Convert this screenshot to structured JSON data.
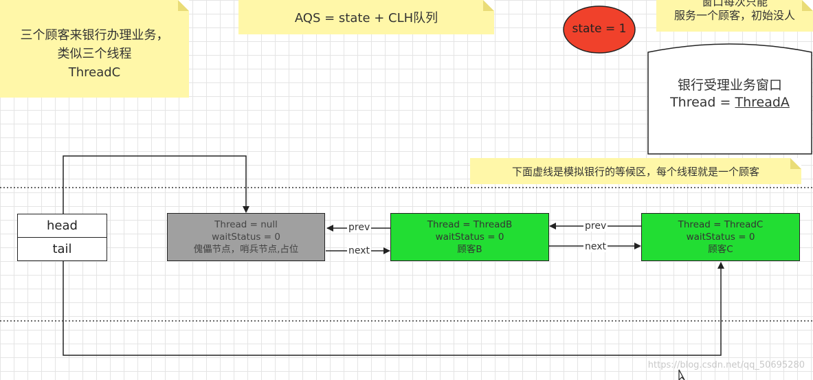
{
  "notes": {
    "customers_line1": "三个顾客来银行办理业务，",
    "customers_line2": "类似三个线程",
    "customers_line3": "ThreadC",
    "aqs": "AQS = state + CLH队列",
    "window_line1": "窗口每次只能",
    "window_line2": "服务一个顾客，初始没人",
    "waiting_area": "下面虚线是模拟银行的等候区，每个线程就是一个顾客"
  },
  "state": {
    "label": "state = 1",
    "color": "#f0412b"
  },
  "bank_window": {
    "title": "银行受理业务窗口",
    "thread_prefix": "Thread = ",
    "thread_value": "ThreadA"
  },
  "head_tail": {
    "head": "head",
    "tail": "tail"
  },
  "nodes": {
    "sentinel": {
      "thread": "Thread = null",
      "wait": "waitStatus = 0",
      "desc": "傀儡节点，哨兵节点,占位",
      "color": "#a0a0a0"
    },
    "b": {
      "thread": "Thread = ThreadB",
      "wait": "waitStatus = 0",
      "desc": "顾客B",
      "color": "#22dd33"
    },
    "c": {
      "thread": "Thread = ThreadC",
      "wait": "waitStatus = 0",
      "desc": "顾客C",
      "color": "#22dd33"
    }
  },
  "arrows": {
    "prev": "prev",
    "next": "next"
  },
  "watermark": "https://blog.csdn.net/qq_50695280"
}
